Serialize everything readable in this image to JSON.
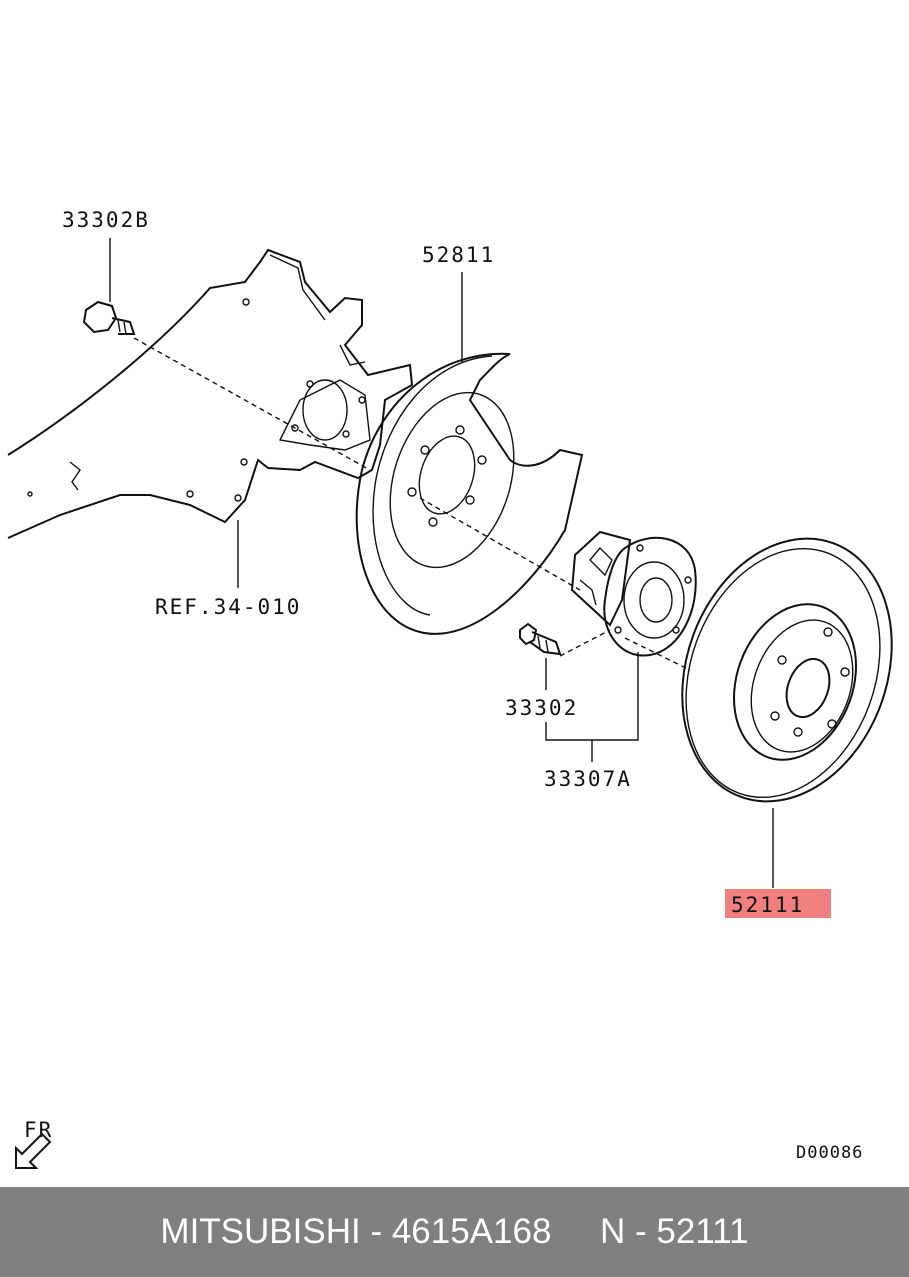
{
  "labels": {
    "bolt_b": "33302B",
    "dust_shield": "52811",
    "ref": "REF.34-010",
    "stud": "33302",
    "hub_assembly": "33307A",
    "brake_disc": "52111",
    "fr": "FR",
    "drawing_code": "D00086"
  },
  "highlight_color": "#f08080",
  "footer": {
    "text": "MITSUBISHI - 4615A168     N - 52111",
    "background": "#808080"
  }
}
